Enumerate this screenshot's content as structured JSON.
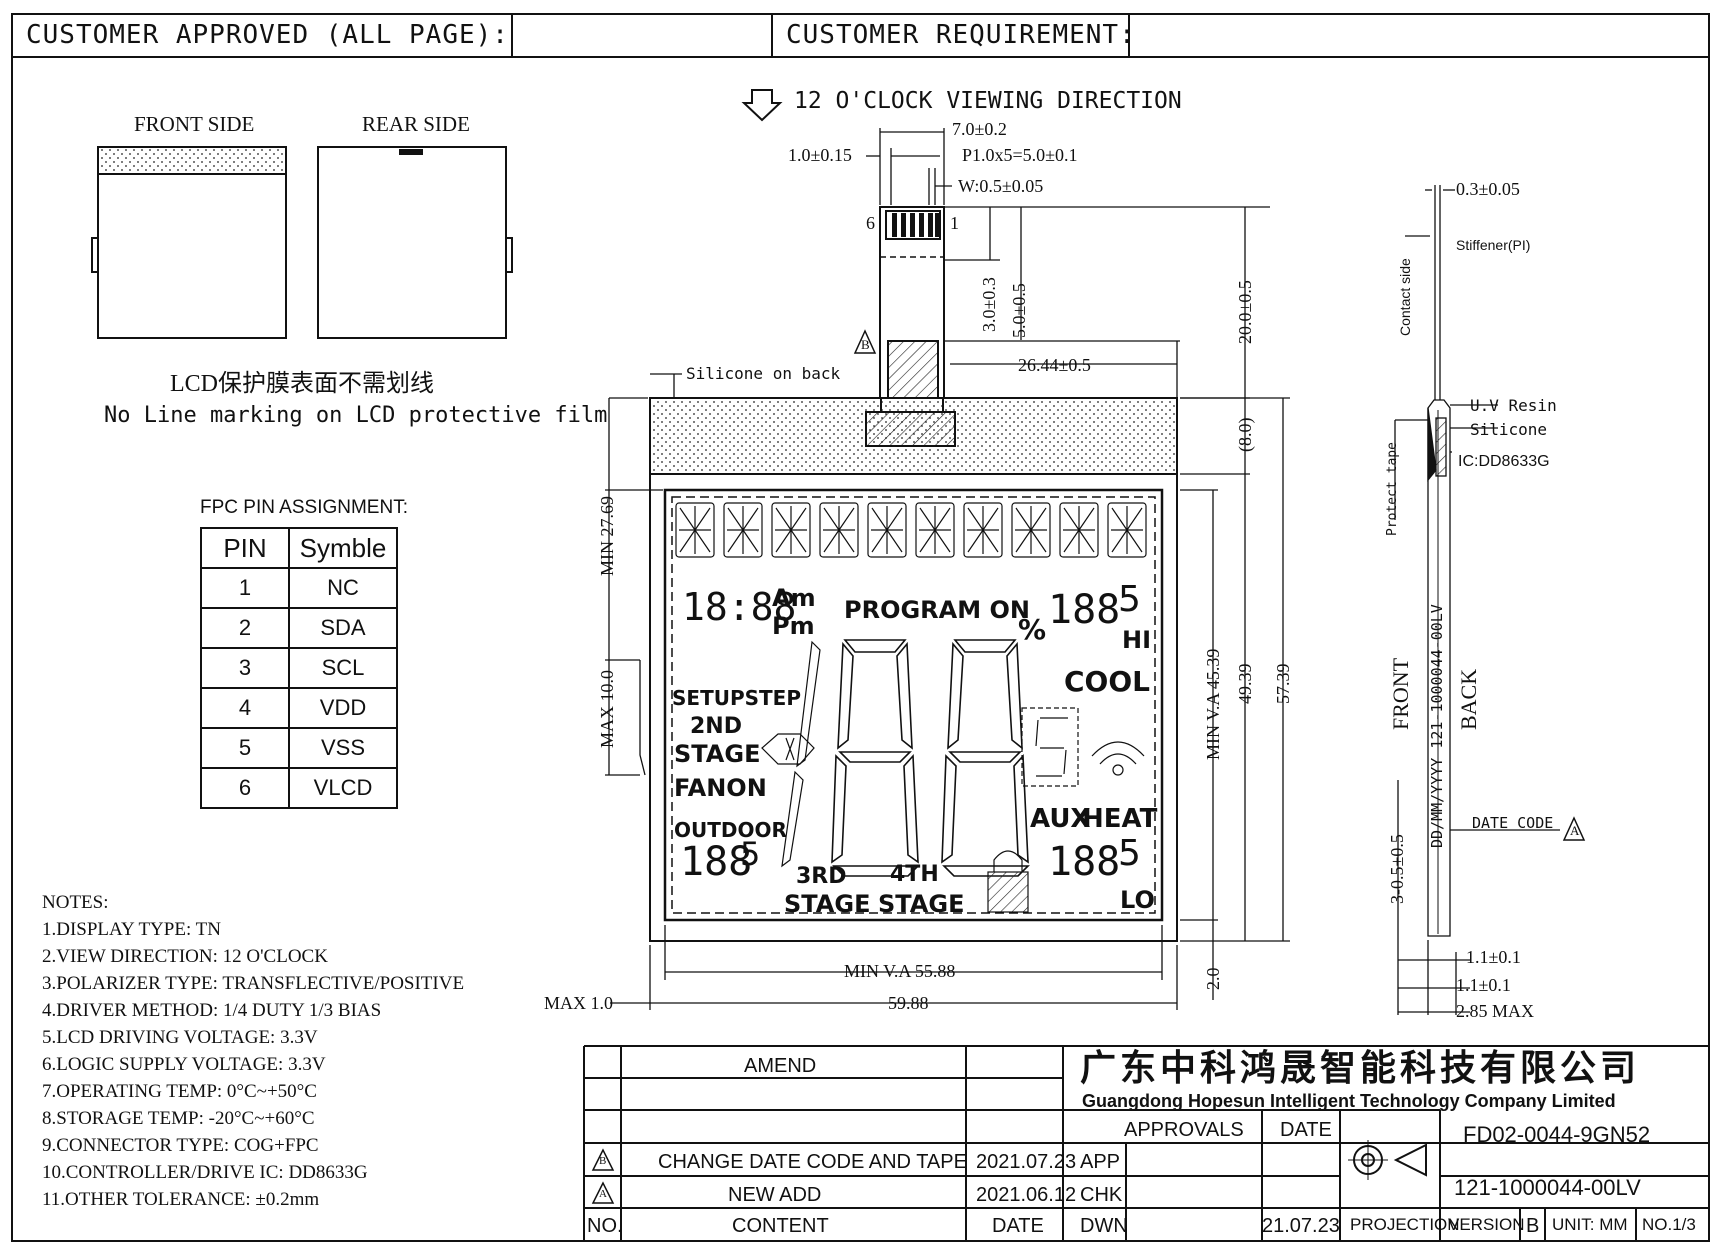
{
  "header": {
    "customer_approved": "CUSTOMER   APPROVED   (ALL   PAGE):",
    "customer_requirement": "CUSTOMER   REQUIREMENT:"
  },
  "sides": {
    "front": "FRONT SIDE",
    "rear": "REAR SIDE",
    "note_cn": "LCD保护膜表面不需划线",
    "note_en": "No Line marking on LCD protective film"
  },
  "pin_table": {
    "title": "FPC PIN ASSIGNMENT:",
    "col_pin": "PIN",
    "col_symbol": "Symble",
    "rows": [
      {
        "pin": "1",
        "symbol": "NC"
      },
      {
        "pin": "2",
        "symbol": "SDA"
      },
      {
        "pin": "3",
        "symbol": "SCL"
      },
      {
        "pin": "4",
        "symbol": "VDD"
      },
      {
        "pin": "5",
        "symbol": "VSS"
      },
      {
        "pin": "6",
        "symbol": "VLCD"
      }
    ]
  },
  "notes": {
    "title": "NOTES:",
    "items": [
      "1.DISPLAY TYPE: TN",
      "2.VIEW DIRECTION: 12 O'CLOCK",
      "3.POLARIZER TYPE: TRANSFLECTIVE/POSITIVE",
      "4.DRIVER METHOD: 1/4 DUTY 1/3 BIAS",
      "5.LCD DRIVING VOLTAGE: 3.3V",
      "6.LOGIC SUPPLY VOLTAGE: 3.3V",
      "7.OPERATING TEMP: 0°C~+50°C",
      "8.STORAGE TEMP: -20°C~+60°C",
      "9.CONNECTOR TYPE: COG+FPC",
      "10.CONTROLLER/DRIVE IC: DD8633G",
      "11.OTHER TOLERANCE: ±0.2mm"
    ]
  },
  "drawing": {
    "viewing_direction": "12 O'CLOCK VIEWING DIRECTION",
    "dims": {
      "d7": "7.0±0.2",
      "d1": "1.0±0.15",
      "pitch": "P1.0x5=5.0±0.1",
      "width": "W:0.5±0.05",
      "pin6": "6",
      "pin1": "1",
      "d3": "3.0±0.3",
      "d5": "5.0±0.5",
      "d20": "20.0±0.5",
      "d26": "26.44±0.5",
      "silicone": "Silicone on back",
      "d8": "(8.0)",
      "min2769": "MIN 27.69",
      "max10": "MAX 10.0",
      "va4539": "MIN V.A 45.39",
      "d4939": "49.39",
      "d5739": "57.39",
      "va5588": "MIN V.A 55.88",
      "d5988": "59.88",
      "max1": "MAX 1.0",
      "d2": "2.0",
      "rev_b": "B"
    },
    "side_view": {
      "t03": "0.3±0.05",
      "stiffener": "Stiffener(PI)",
      "contact": "Contact side",
      "uv": "U.V Resin",
      "silicone": "Silicone",
      "ic": "IC:DD8633G",
      "protect": "Protect tape",
      "code": "DD/MM/YYYY 121-1000044-00LV",
      "front": "FRONT",
      "back": "BACK",
      "date_code": "DATE CODE",
      "d3": "3-0.5±0.5",
      "d11a": "1.1±0.1",
      "d11b": "1.1±0.1",
      "d285": "2.85 MAX",
      "rev_a": "A"
    },
    "lcd": {
      "am": "Am",
      "pm": "Pm",
      "program_on": "PROGRAM ON",
      "hi": "HI",
      "cool": "COOL",
      "percent": "%",
      "setup_step": "SETUPSTEP",
      "second": "2ND",
      "stage": "STAGE",
      "fan_on": "FANON",
      "outdoor": "OUTDOOR",
      "aux": "AUX",
      "heat": "HEAT",
      "third": "3RD",
      "fourth": "4TH",
      "stage3": "STAGE",
      "stage4": "STAGE",
      "lo": "LO",
      "big": "188",
      "small5": "5"
    }
  },
  "title_block": {
    "company_cn": "广东中科鸿晟智能科技有限公司",
    "company_en": "Guangdong Hopesun Intelligent Technology Company Limited",
    "amend": "AMEND",
    "approvals": "APPROVALS",
    "date_hdr": "DATE",
    "drawing_no": "FD02-0044-9GN52",
    "part_no": "121-1000044-00LV",
    "revisions": [
      {
        "no": "B",
        "content": "CHANGE DATE CODE AND TAPE",
        "date": "2021.07.23",
        "role": "APP"
      },
      {
        "no": "A",
        "content": "NEW ADD",
        "date": "2021.06.12",
        "role": "CHK"
      }
    ],
    "no_label": "NO.",
    "content_label": "CONTENT",
    "date_label": "DATE",
    "dwn": "DWN",
    "dwn_date": "21.07.23",
    "projection": "PROJECTION",
    "version": "VERSION",
    "version_val": "B",
    "unit": "UNIT: MM",
    "sheet": "NO.1/3"
  }
}
